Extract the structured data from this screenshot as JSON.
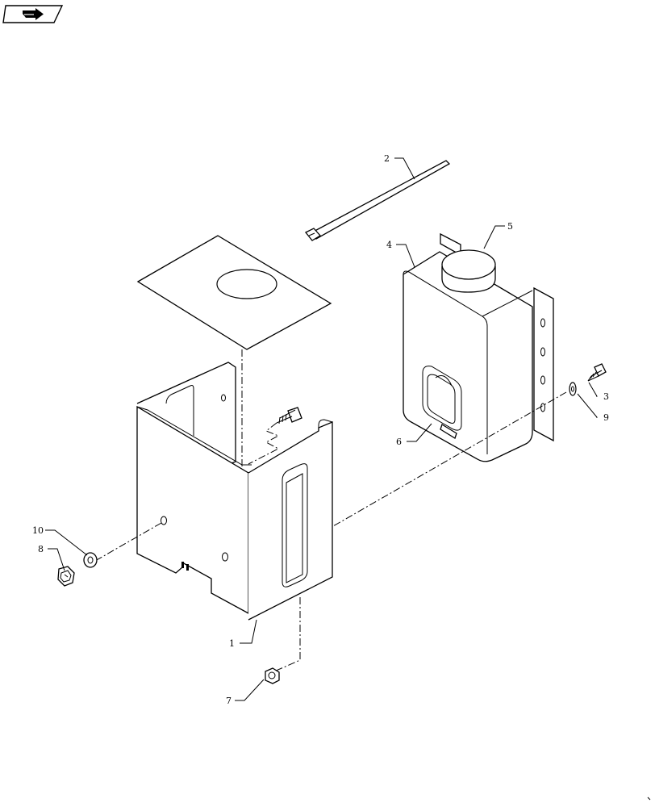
{
  "diagram": {
    "nav_icon": "arrow-right-icon",
    "callouts": [
      {
        "id": "c1",
        "text": "1"
      },
      {
        "id": "c2",
        "text": "2"
      },
      {
        "id": "c3",
        "text": "3"
      },
      {
        "id": "c4",
        "text": "4"
      },
      {
        "id": "c5",
        "text": "5"
      },
      {
        "id": "c6",
        "text": "6"
      },
      {
        "id": "c7",
        "text": "7"
      },
      {
        "id": "c8",
        "text": "8"
      },
      {
        "id": "c9",
        "text": "9"
      },
      {
        "id": "c10",
        "text": "10"
      }
    ]
  }
}
